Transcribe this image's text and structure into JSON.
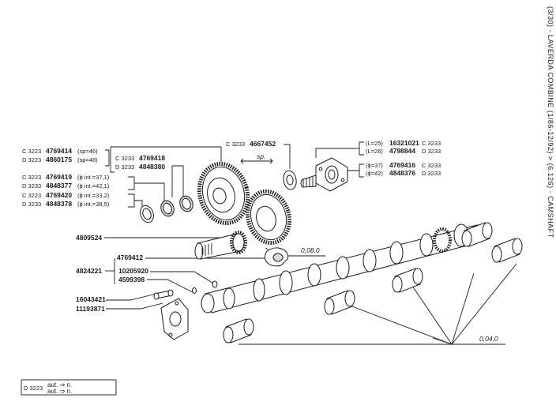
{
  "header": {
    "side_title": "(3/30) - LAVERDA COMBINE (1/86-12/92) > (6.126) - CAMSHAFT"
  },
  "labels": {
    "gear_group_1": [
      {
        "code": "C 3223",
        "part": "4769414",
        "note": "(sp=46)"
      },
      {
        "code": "D 3223",
        "part": "4860175",
        "note": "(sp=48)"
      }
    ],
    "gear_group_2": [
      {
        "code": "C 3233",
        "part": "4769418"
      },
      {
        "code": "D 3233",
        "part": "4848380"
      }
    ],
    "bushing_group": [
      {
        "code": "C 3223",
        "part": "4769419",
        "note": "(ϕ int.=37,1)"
      },
      {
        "code": "D 3233",
        "part": "4848377",
        "note": "(ϕ int.=42,1)"
      },
      {
        "code": "C 3223",
        "part": "4769420",
        "note": "(ϕ int.=33,2)"
      },
      {
        "code": "D 3233",
        "part": "4848378",
        "note": "(ϕ int.=38,5)"
      }
    ],
    "top_center": {
      "code": "C 3233",
      "part": "4667452"
    },
    "sp_label": "sp.",
    "right_group_1": [
      {
        "note": "(L=25)",
        "part": "16321021",
        "code": "C 3233"
      },
      {
        "note": "(L=26)",
        "part": "4798844",
        "code": "D 3233"
      }
    ],
    "right_group_2": [
      {
        "note": "(ϕ=37)",
        "part": "4769416",
        "code": "C 3233"
      },
      {
        "note": "(ϕ=42)",
        "part": "4848376",
        "code": "D 3233"
      }
    ],
    "p_4809524": "4809524",
    "clearance_1": "0,08,0",
    "p_4769412": "4769412",
    "p_4824221": "4824221",
    "p_10205920": "10205920",
    "p_4599398": "4599398",
    "p_16043421": "16043421",
    "p_11193871": "11193871",
    "clearance_2": "0,04,0"
  },
  "footer_box": {
    "code": "D 3223",
    "line1": "aut. ⇒ n.",
    "line2": "aut. ⇒ n."
  },
  "colors": {
    "ink": "#1a1a1a",
    "paper": "#ffffff",
    "shade": "#d9d9d9"
  }
}
